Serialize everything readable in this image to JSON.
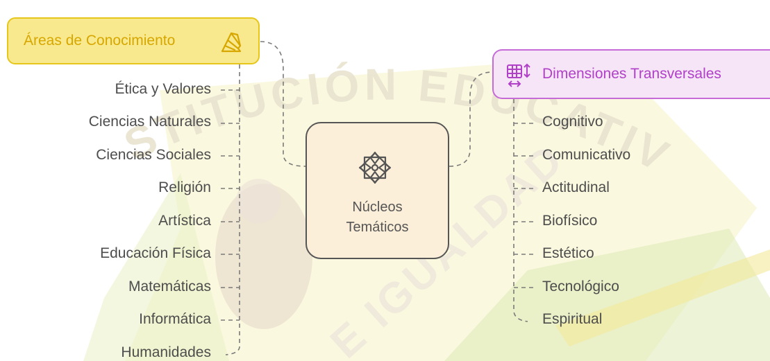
{
  "center": {
    "line1": "Núcleos",
    "line2": "Temáticos",
    "icon": "ornament-icon"
  },
  "left": {
    "title": "Áreas de Conocimiento",
    "icon": "fan-icon",
    "items": [
      "Ética y Valores",
      "Ciencias Naturales",
      "Ciencias Sociales",
      "Religión",
      "Artística",
      "Educación Física",
      "Matemáticas",
      "Informática",
      "Humanidades"
    ]
  },
  "right": {
    "title": "Dimensiones Transversales",
    "icon": "table-resize-icon",
    "items": [
      "Cognitivo",
      "Comunicativo",
      "Actitudinal",
      "Biofísico",
      "Estético",
      "Tecnológico",
      "Espiritual"
    ]
  },
  "background": {
    "watermark_top": "INSTITUCIÓN EDUCATIVA",
    "watermark_diagonal": "E IGUALDAD"
  },
  "colors": {
    "left_fill": "#f8e98f",
    "left_border": "#e6c619",
    "left_text": "#d7a700",
    "right_fill": "#f6e4f7",
    "right_border": "#c56ad6",
    "right_text": "#b040c8",
    "center_fill": "#fbefd9",
    "center_border": "#555555",
    "connector": "#7a7a7a"
  }
}
